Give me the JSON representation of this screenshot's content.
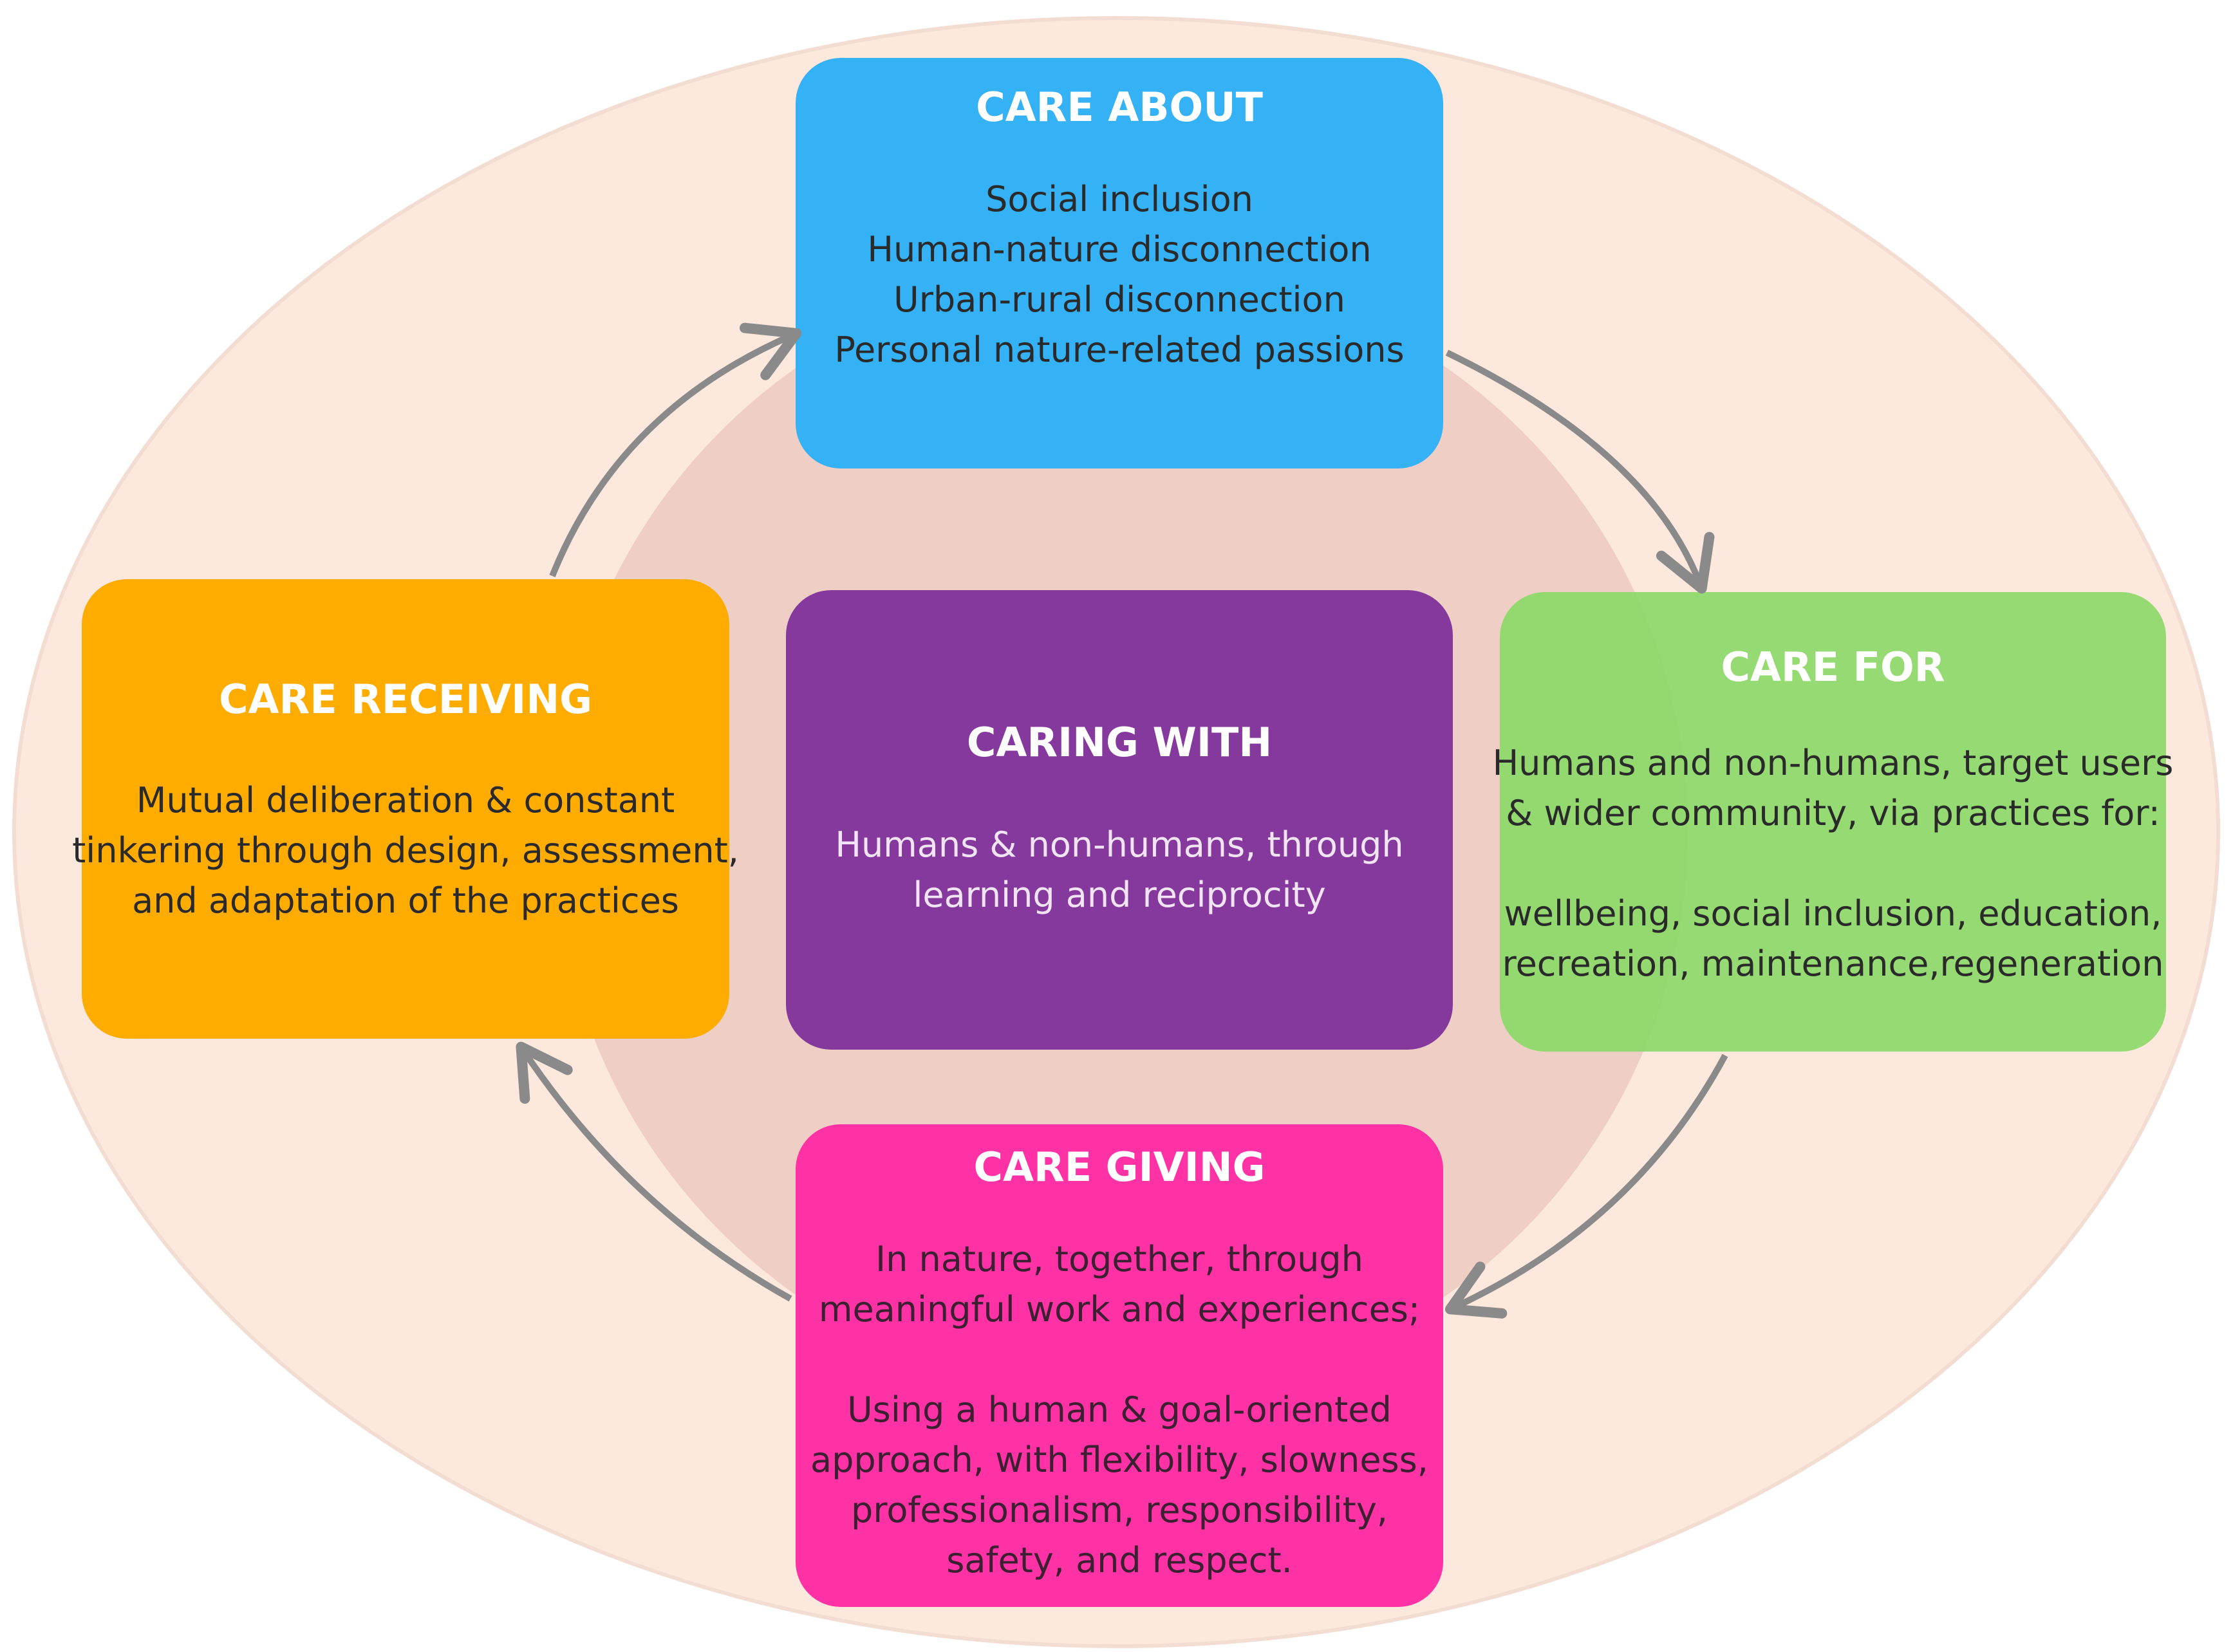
{
  "colors": {
    "outer_ellipse": "#fde8de",
    "inner_circle": "#efcfc5",
    "care_about": "#35b1f6",
    "care_receiving": "#ffac00",
    "caring_with": "#85399d",
    "care_for": "#8ad866",
    "care_giving": "#fe31a5",
    "arrow": "#8a8a8a"
  },
  "boxes": {
    "care_about": {
      "title": "CARE ABOUT",
      "lines": [
        "Social inclusion",
        "Human-nature disconnection",
        "Urban-rural disconnection",
        "Personal nature-related passions"
      ]
    },
    "care_receiving": {
      "title": "CARE RECEIVING",
      "lines": [
        "Mutual deliberation & constant",
        "tinkering through design, assessment,",
        "and adaptation of the practices"
      ]
    },
    "caring_with": {
      "title": "CARING WITH",
      "lines": [
        "Humans & non-humans, through",
        "learning and reciprocity"
      ]
    },
    "care_for": {
      "title": "CARE FOR",
      "lines_a": [
        "Humans and non-humans, target users",
        "& wider community, via practices for:"
      ],
      "lines_b": [
        "wellbeing, social inclusion, education,",
        "recreation, maintenance,regeneration"
      ]
    },
    "care_giving": {
      "title": "CARE GIVING",
      "lines_a": [
        "In nature, together, through",
        "meaningful work and experiences;"
      ],
      "lines_b": [
        "Using a human & goal-oriented",
        "approach, with flexibility, slowness,",
        "professionalism, responsibility,",
        "safety, and respect."
      ]
    }
  }
}
